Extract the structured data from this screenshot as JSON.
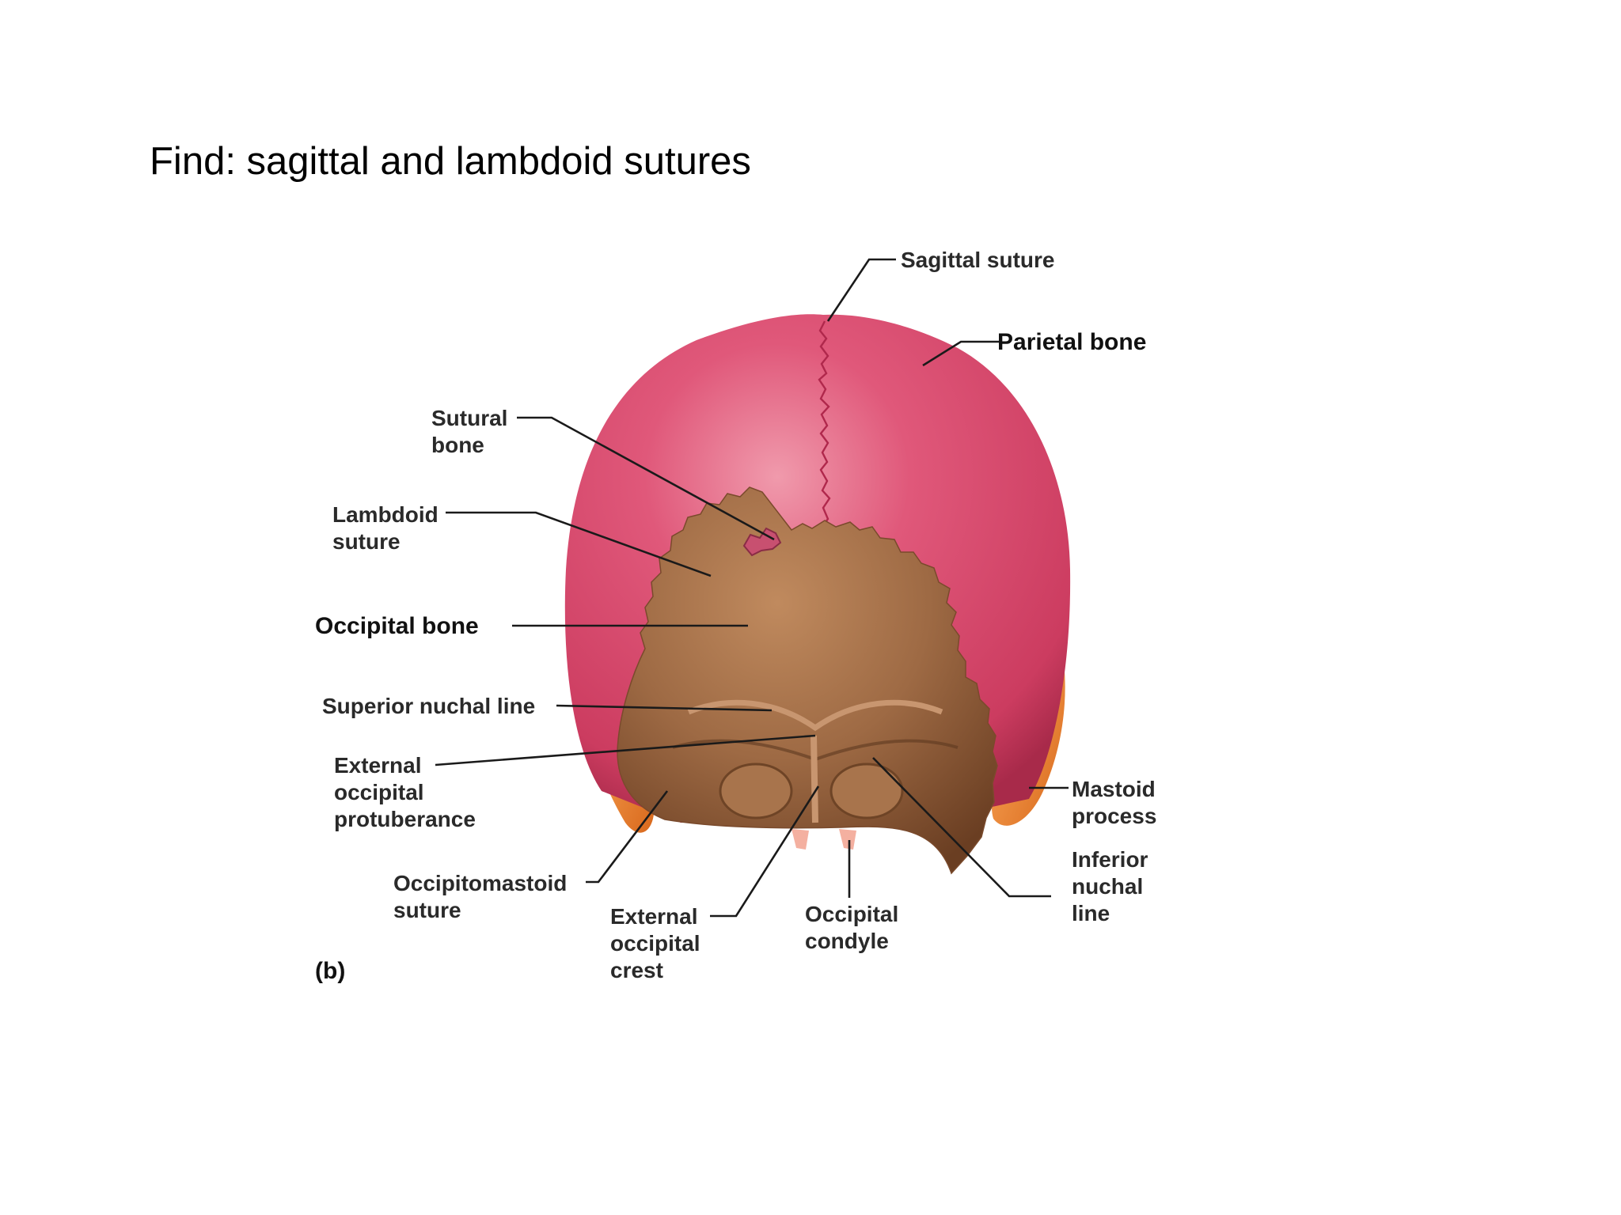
{
  "slide": {
    "title": "Find: sagittal and lambdoid sutures"
  },
  "figure": {
    "panel_label": "(b)",
    "labels": {
      "sagittal_suture": "Sagittal suture",
      "parietal_bone": "Parietal bone",
      "sutural_bone": [
        "Sutural",
        "bone"
      ],
      "lambdoid_suture": [
        "Lambdoid",
        "suture"
      ],
      "occipital_bone": "Occipital bone",
      "superior_nuchal_line": "Superior nuchal line",
      "external_occipital_protuberance": [
        "External",
        "occipital",
        "protuberance"
      ],
      "occipitomastoid_suture": [
        "Occipitomastoid",
        "suture"
      ],
      "external_occipital_crest": [
        "External",
        "occipital",
        "crest"
      ],
      "occipital_condyle": [
        "Occipital",
        "condyle"
      ],
      "mastoid_process": [
        "Mastoid",
        "process"
      ],
      "inferior_nuchal_line": [
        "Inferior",
        "nuchal",
        "line"
      ]
    },
    "colors": {
      "parietal": "#d9466a",
      "occipital": "#9a6440",
      "mastoid": "#f08a2c"
    }
  }
}
